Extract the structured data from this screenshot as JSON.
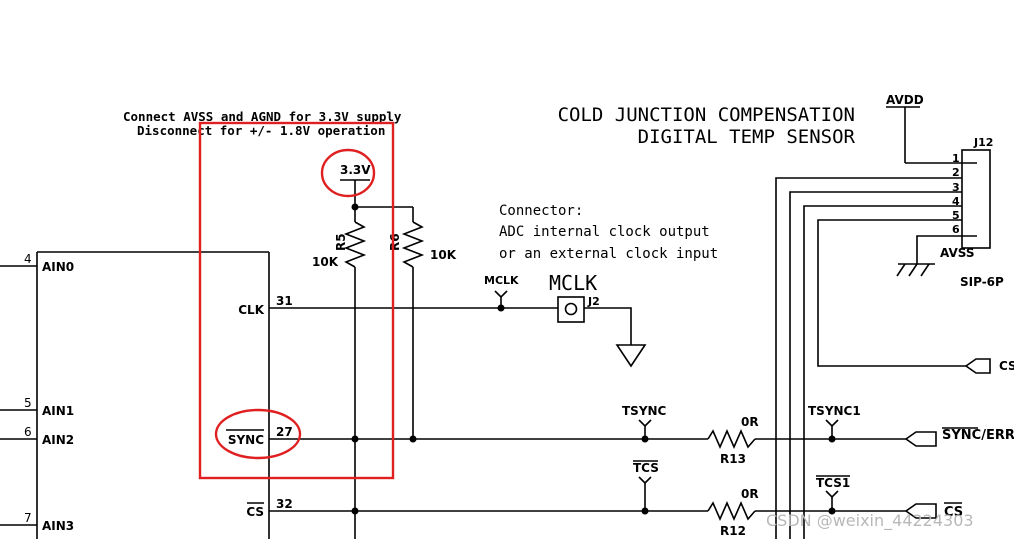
{
  "notes": {
    "supply_line1": "Connect AVSS and AGND for 3.3V supply",
    "supply_line2": "Disconnect for +/- 1.8V operation",
    "section_title_1": "COLD JUNCTION COMPENSATION",
    "section_title_2": "DIGITAL TEMP SENSOR",
    "connector_1": "Connector:",
    "connector_2": "ADC internal clock output",
    "connector_3": "or an external clock input"
  },
  "ic": {
    "pins": [
      {
        "num": "4",
        "name": "AIN0"
      },
      {
        "num": "5",
        "name": "AIN1"
      },
      {
        "num": "6",
        "name": "AIN2"
      },
      {
        "num": "7",
        "name": "AIN3"
      },
      {
        "num": "31",
        "name": "CLK"
      },
      {
        "num": "27",
        "name": "SYNC"
      },
      {
        "num": "32",
        "name": "CS"
      }
    ]
  },
  "power": {
    "rail": "3.3V",
    "avdd": "AVDD",
    "avss": "AVSS"
  },
  "resistors": {
    "r5": {
      "ref": "R5",
      "value": "10K"
    },
    "r6": {
      "ref": "R6",
      "value": "10K"
    },
    "r13": {
      "ref": "R13",
      "value": "0R"
    },
    "r12": {
      "ref": "R12",
      "value": "0R"
    }
  },
  "nets": {
    "mclk": "MCLK",
    "tsync": "TSYNC",
    "tcs": "TCS",
    "tsync1": "TSYNC1",
    "tcs1": "TCS1",
    "sync_err": "SYNC/ERR",
    "cs_out": "CS",
    "cs_partial": "CS"
  },
  "connectors": {
    "j2_label": "MCLK",
    "j2_ref": "J2",
    "j12_ref": "J12",
    "j12_type": "SIP-6P",
    "j12_pins": [
      "1",
      "2",
      "3",
      "4",
      "5",
      "6"
    ]
  },
  "watermark": "CSDN @weixin_44224303",
  "colors": {
    "wire": "#000000",
    "highlight": "#e02020",
    "watermark": "#b8b8b8"
  }
}
